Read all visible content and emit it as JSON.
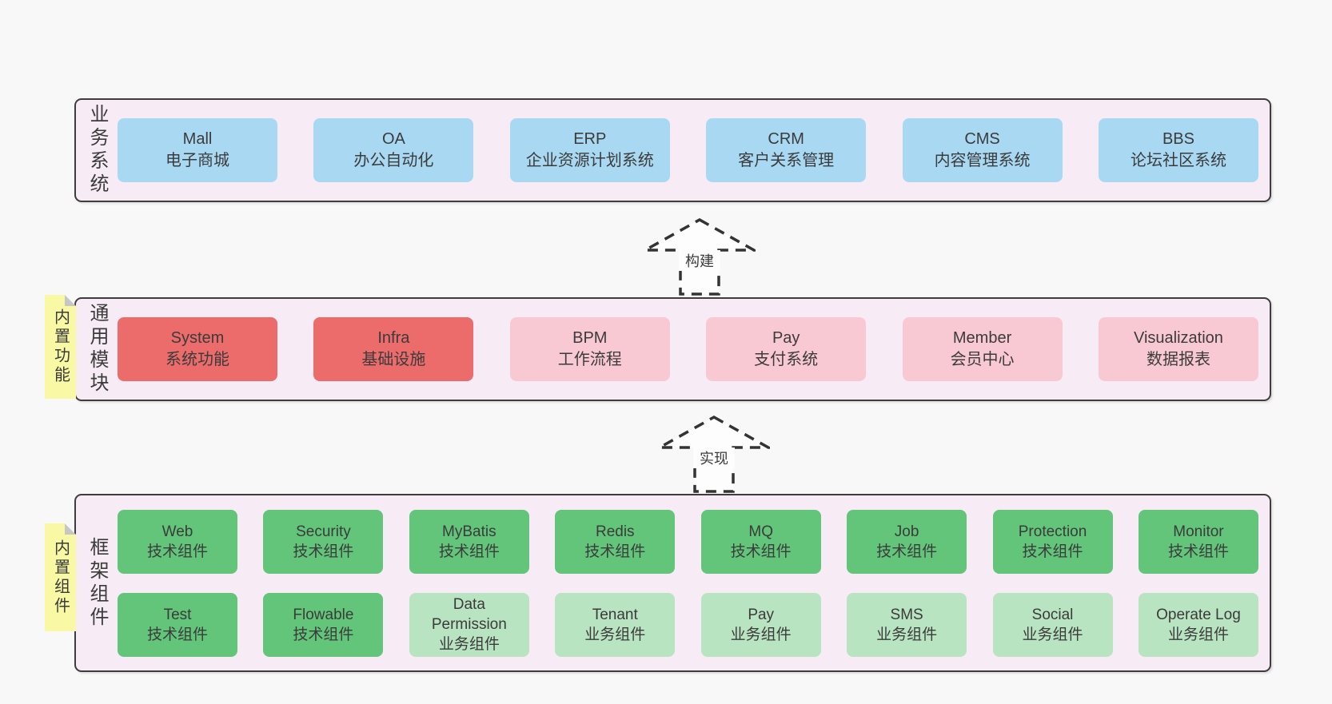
{
  "colors": {
    "page_bg": "#f8f8f8",
    "panel_bg": "#f7ecf5",
    "panel_border": "#3d3d3d",
    "node_blue": "#a9d9f2",
    "node_red": "#ec6b6b",
    "node_pink": "#f9c9d3",
    "node_green": "#62c57a",
    "node_light_green": "#b9e4c1",
    "sticky_yellow": "#f8f8a5",
    "text": "#3b3b3b"
  },
  "sections": [
    {
      "label": "业务系统",
      "boxes": [
        {
          "name": "Mall",
          "desc": "电子商城"
        },
        {
          "name": "OA",
          "desc": "办公自动化"
        },
        {
          "name": "ERP",
          "desc": "企业资源计划系统"
        },
        {
          "name": "CRM",
          "desc": "客户关系管理"
        },
        {
          "name": "CMS",
          "desc": "内容管理系统"
        },
        {
          "name": "BBS",
          "desc": "论坛社区系统"
        }
      ]
    },
    {
      "label": "通用模块",
      "sticky": "内置功能",
      "boxes": [
        {
          "name": "System",
          "desc": "系统功能"
        },
        {
          "name": "Infra",
          "desc": "基础设施"
        },
        {
          "name": "BPM",
          "desc": "工作流程"
        },
        {
          "name": "Pay",
          "desc": "支付系统"
        },
        {
          "name": "Member",
          "desc": "会员中心"
        },
        {
          "name": "Visualization",
          "desc": "数据报表"
        }
      ]
    },
    {
      "label": "框架组件",
      "sticky": "内置组件",
      "rows": [
        [
          {
            "name": "Web",
            "desc": "技术组件"
          },
          {
            "name": "Security",
            "desc": "技术组件"
          },
          {
            "name": "MyBatis",
            "desc": "技术组件"
          },
          {
            "name": "Redis",
            "desc": "技术组件"
          },
          {
            "name": "MQ",
            "desc": "技术组件"
          },
          {
            "name": "Job",
            "desc": "技术组件"
          },
          {
            "name": "Protection",
            "desc": "技术组件"
          },
          {
            "name": "Monitor",
            "desc": "技术组件"
          }
        ],
        [
          {
            "name": "Test",
            "desc": "技术组件"
          },
          {
            "name": "Flowable",
            "desc": "技术组件"
          },
          {
            "name": "Data Permission",
            "desc": "业务组件"
          },
          {
            "name": "Tenant",
            "desc": "业务组件"
          },
          {
            "name": "Pay",
            "desc": "业务组件"
          },
          {
            "name": "SMS",
            "desc": "业务组件"
          },
          {
            "name": "Social",
            "desc": "业务组件"
          },
          {
            "name": "Operate Log",
            "desc": "业务组件"
          }
        ]
      ]
    }
  ],
  "arrows": [
    {
      "label": "构建"
    },
    {
      "label": "实现"
    }
  ]
}
